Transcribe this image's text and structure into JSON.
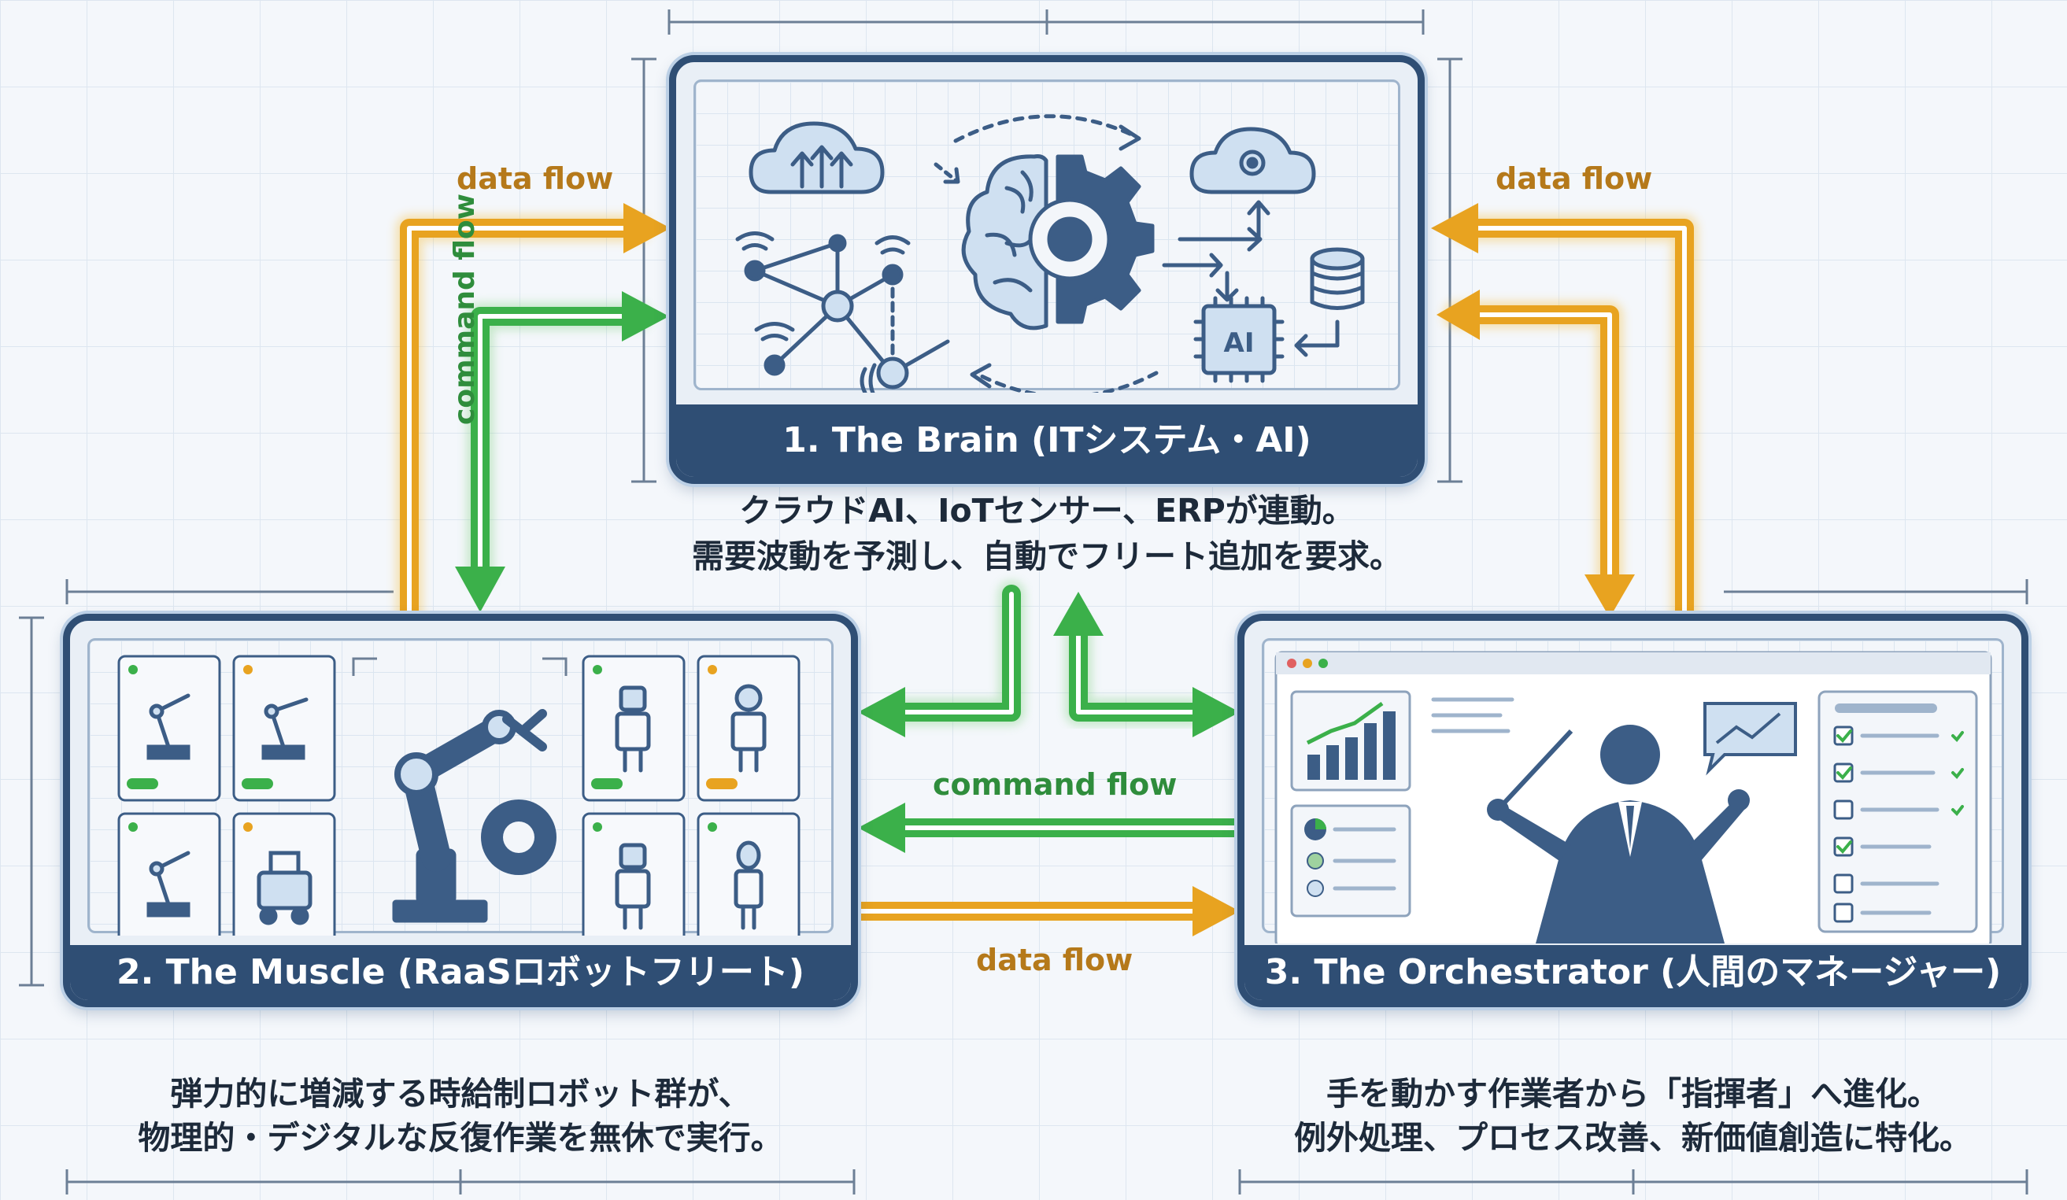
{
  "brain": {
    "title": "1. The Brain (ITシステム・AI)",
    "desc_line1": "クラウドAI、IoTセンサー、ERPが連動。",
    "desc_line2": "需要波動を予測し、自動でフリート追加を要求。",
    "chip_label": "AI"
  },
  "muscle": {
    "title": "2. The Muscle (RaaSロボットフリート)",
    "desc_line1": "弾力的に増減する時給制ロボット群が、",
    "desc_line2": "物理的・デジタルな反復作業を無休で実行。"
  },
  "orchestrator": {
    "title": "3. The Orchestrator (人間のマネージャー)",
    "desc_line1": "手を動かす作業者から「指揮者」へ進化。",
    "desc_line2": "例外処理、プロセス改善、新価値創造に特化。"
  },
  "flows": {
    "data_flow_left": "data flow",
    "data_flow_right": "data flow",
    "command_flow_vertical": "command flow",
    "command_flow_bottom": "command flow",
    "data_flow_bottom": "data flow"
  },
  "colors": {
    "data_flow": "#e8a320",
    "command_flow": "#3bb04a",
    "frame": "#2f4e74",
    "icon": "#3c5d86"
  }
}
